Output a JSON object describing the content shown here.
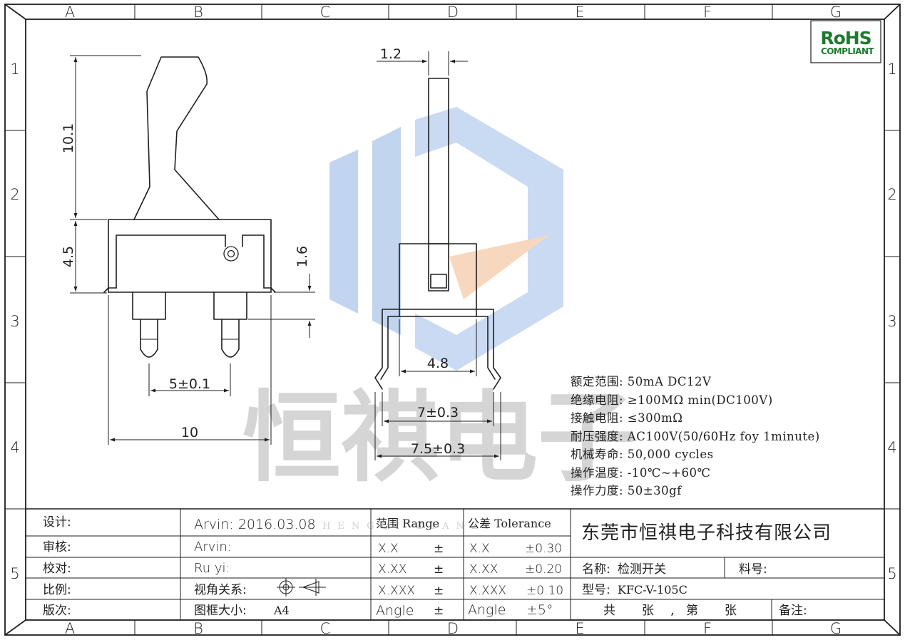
{
  "frame": {
    "columns": [
      "A",
      "B",
      "C",
      "D",
      "E",
      "F",
      "G"
    ],
    "rows": [
      "1",
      "2",
      "3",
      "4",
      "5"
    ]
  },
  "logo": {
    "rohs_line1": "RoHS",
    "rohs_line2": "COMPLIANT"
  },
  "watermark": {
    "chinese": "恒祺电子",
    "english": "HENGQI DIANZI"
  },
  "dimensions": {
    "lever_height": "10.1",
    "housing_height": "4.5",
    "terminal_length": "1.6",
    "pin_pitch": "5±0.1",
    "body_width": "10",
    "actuator_width": "1.2",
    "base_width": "4.8",
    "leg_width_inner": "7±0.3",
    "leg_width_outer": "7.5±0.3"
  },
  "specs": [
    "额定范围: 50mA DC12V",
    "绝缘电阻: ≥100MΩ min(DC100V)",
    "接触电阻: ≤300mΩ",
    "耐压强度: AC100V(50/60Hz  foy  1minute)",
    "机械寿命: 50,000 cycles",
    "操作温度: -10℃~+60℃",
    "操作力度: 50±30gf"
  ],
  "title_block": {
    "design_label": "设计:",
    "design_value": "Arvin:  2016.03.08",
    "check_label": "审核:",
    "check_value": "Arvin:",
    "proof_label": "校对:",
    "proof_value": "Ru yi:",
    "scale_label": "比例:",
    "projection_label": "视角关系:",
    "version_label": "版次:",
    "sheet_size_label": "图框大小:",
    "sheet_size_value": "A4",
    "range_header": "范围 Range",
    "tolerance_header": "公差 Tolerance",
    "rows": [
      {
        "range": "X.X",
        "range_sym": "±",
        "tol_key": "X.X",
        "tol_val": "±0.30"
      },
      {
        "range": "X.XX",
        "range_sym": "±",
        "tol_key": "X.XX",
        "tol_val": "±0.20"
      },
      {
        "range": "X.XXX",
        "range_sym": "±",
        "tol_key": "X.XXX",
        "tol_val": "±0.10"
      },
      {
        "range": "Angle",
        "range_sym": "±",
        "tol_key": "Angle",
        "tol_val": "±5°"
      }
    ],
    "company": "东莞市恒祺电子科技有限公司",
    "name_label": "名称:",
    "name_value": "检测开关",
    "part_no_label": "料号:",
    "model_label": "型号:",
    "model_value": "KFC-V-105C",
    "sheets_total": "共",
    "sheets_unit1": "张",
    "sheets_comma": ",",
    "sheets_no": "第",
    "sheets_unit2": "张",
    "remark_label": "备注:"
  }
}
